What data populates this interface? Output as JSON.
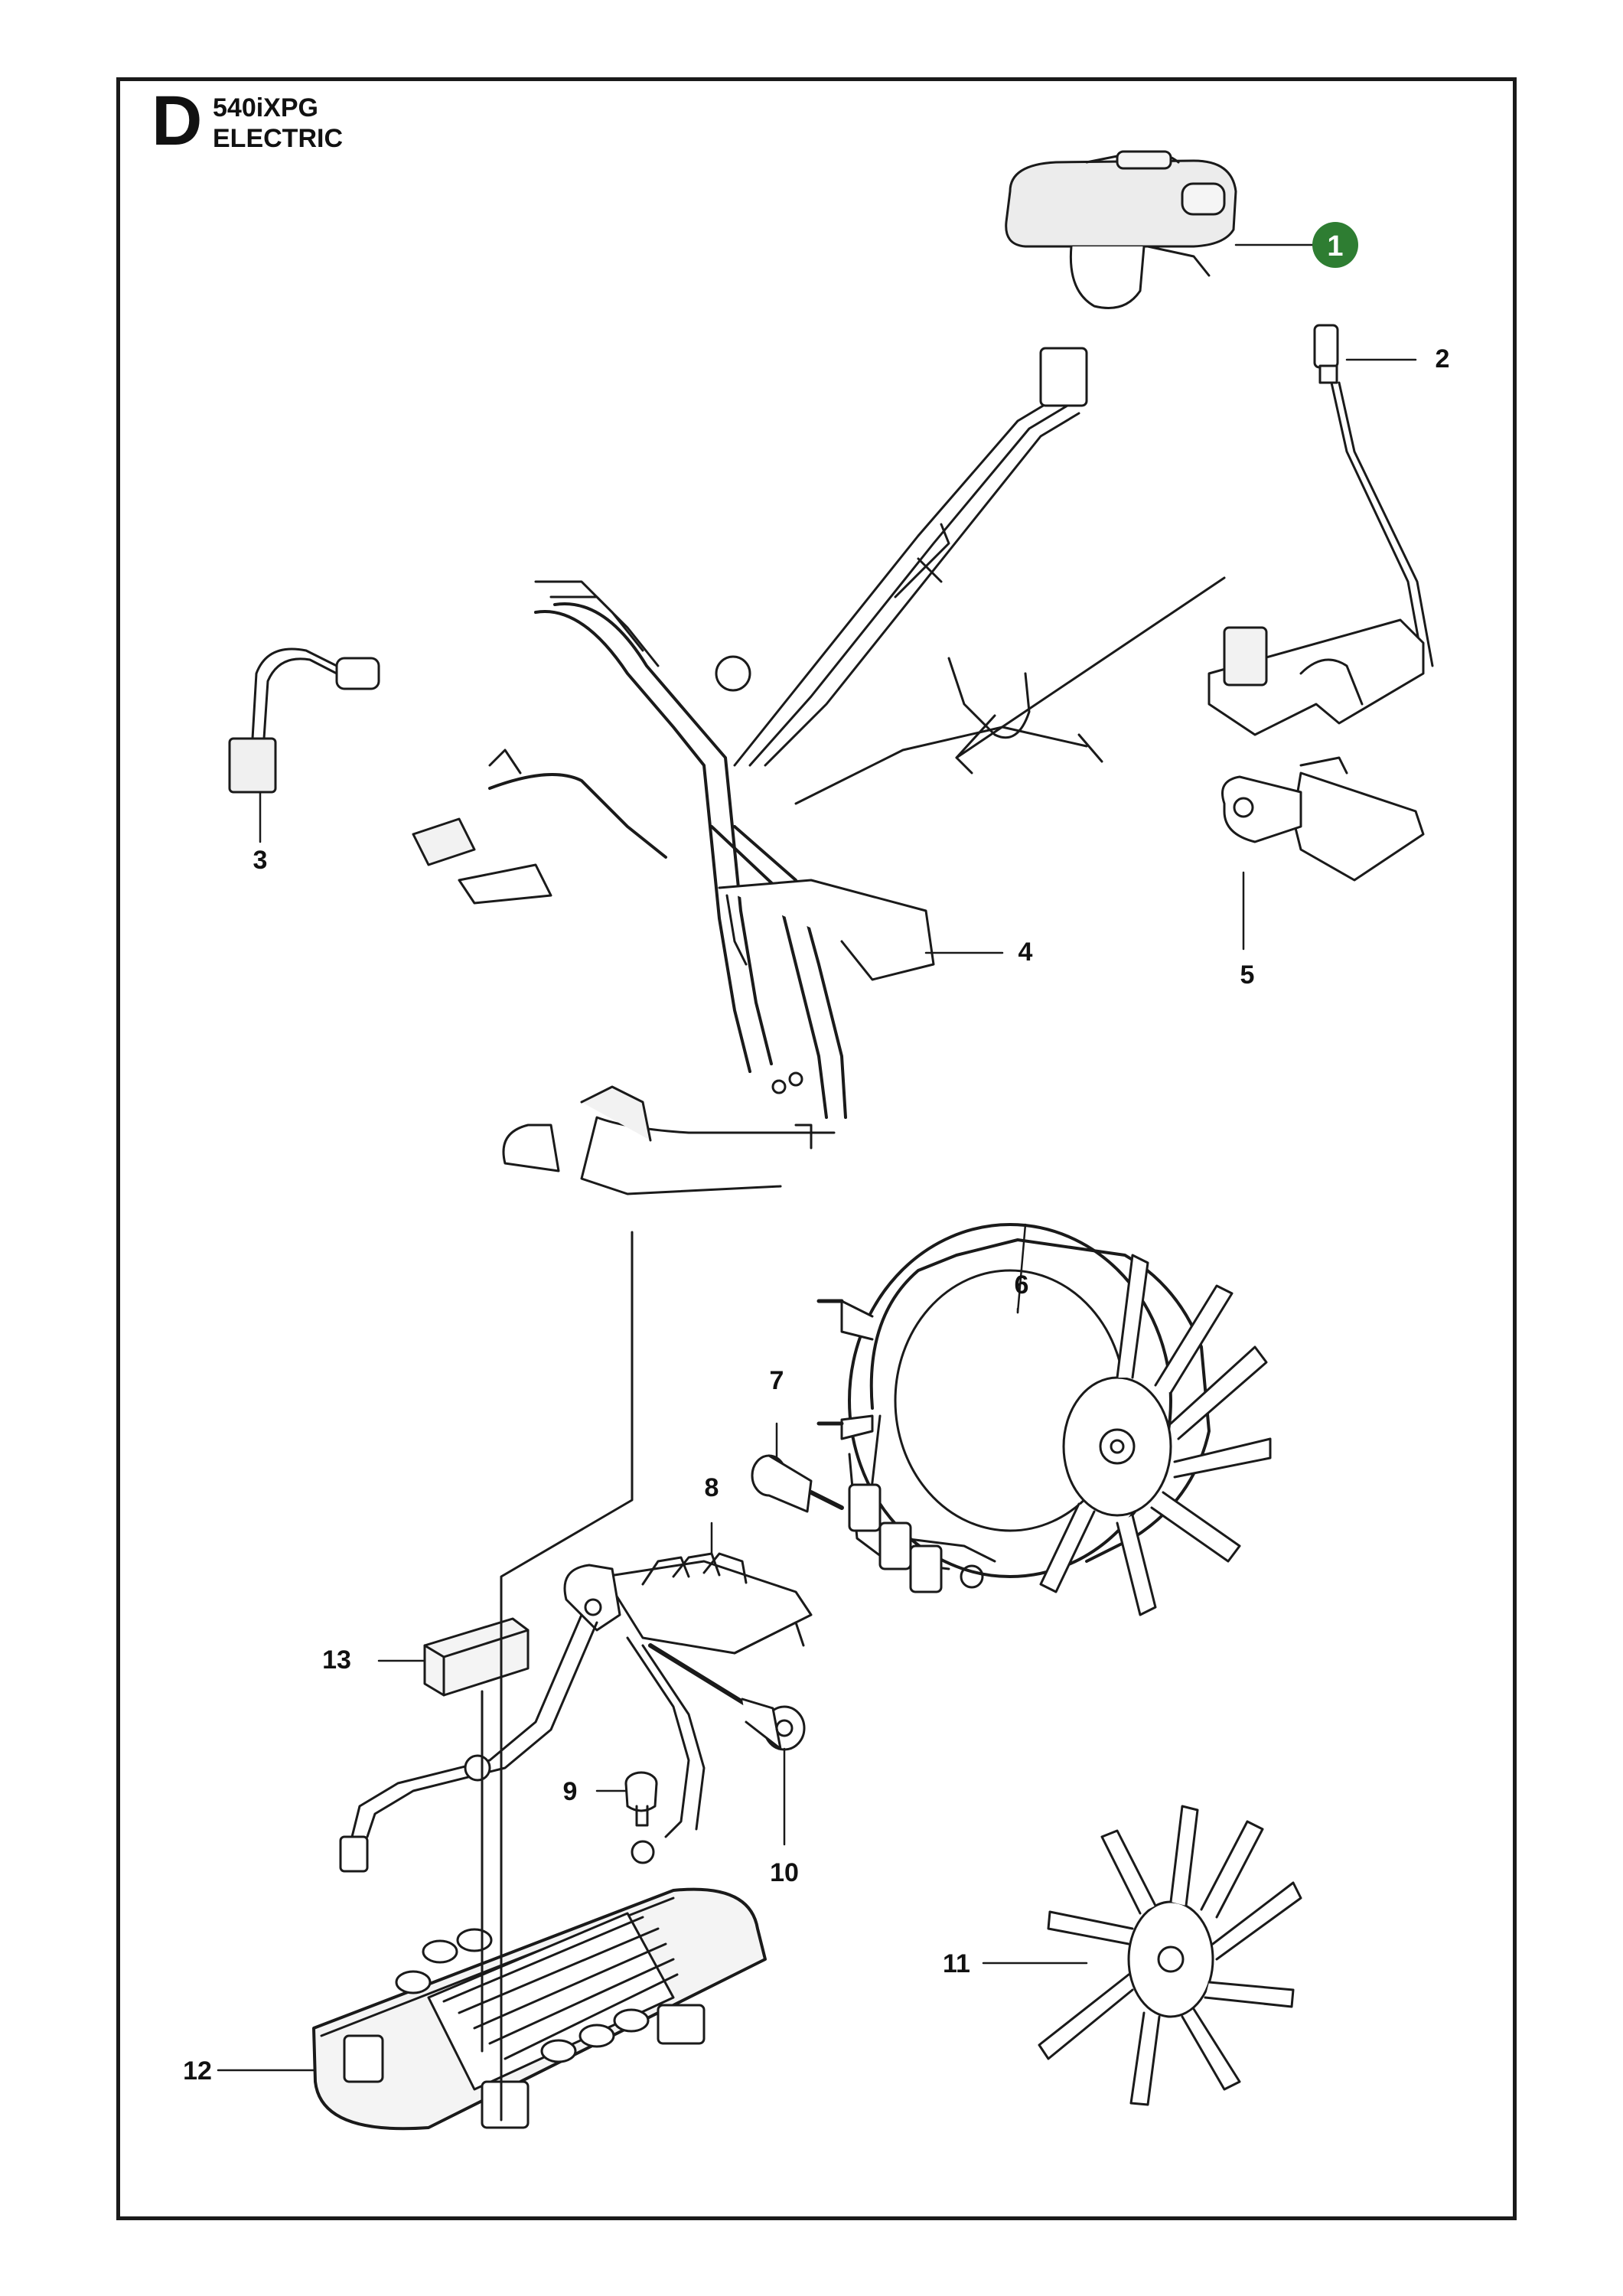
{
  "header": {
    "section_letter": "D",
    "model": "540iXPG",
    "group": "ELECTRIC"
  },
  "callouts": [
    {
      "id": "1",
      "highlighted": true
    },
    {
      "id": "2"
    },
    {
      "id": "3"
    },
    {
      "id": "4"
    },
    {
      "id": "5"
    },
    {
      "id": "6"
    },
    {
      "id": "7"
    },
    {
      "id": "8"
    },
    {
      "id": "9"
    },
    {
      "id": "10"
    },
    {
      "id": "11"
    },
    {
      "id": "12"
    },
    {
      "id": "13"
    }
  ],
  "colors": {
    "highlight_badge": "#2e7d32",
    "line": "#1a1a1a",
    "part_fill": "#ffffff",
    "part_shade": "#e8e8e8"
  }
}
